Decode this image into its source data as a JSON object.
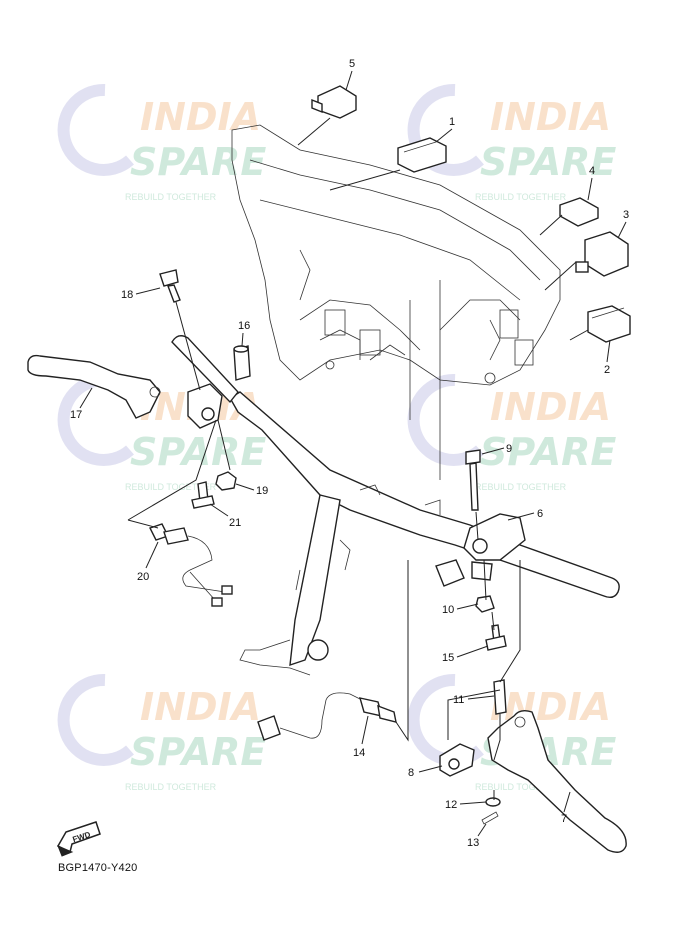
{
  "diagram": {
    "code": "BGP1470-Y420",
    "fwd_label": "FWD",
    "watermark": {
      "line1": "INDIA",
      "line2": "SPARE",
      "tagline": "REBUILD TOGETHER",
      "colors": {
        "india": "#f5c9a0",
        "spare": "#a8d8c0",
        "swirl": "#c9c9e8"
      }
    },
    "parts": [
      {
        "no": "1"
      },
      {
        "no": "2"
      },
      {
        "no": "3"
      },
      {
        "no": "4"
      },
      {
        "no": "5"
      },
      {
        "no": "6"
      },
      {
        "no": "7"
      },
      {
        "no": "8"
      },
      {
        "no": "9"
      },
      {
        "no": "10"
      },
      {
        "no": "11"
      },
      {
        "no": "12"
      },
      {
        "no": "13"
      },
      {
        "no": "14"
      },
      {
        "no": "15"
      },
      {
        "no": "16"
      },
      {
        "no": "17"
      },
      {
        "no": "18"
      },
      {
        "no": "19"
      },
      {
        "no": "20"
      },
      {
        "no": "21"
      }
    ]
  }
}
